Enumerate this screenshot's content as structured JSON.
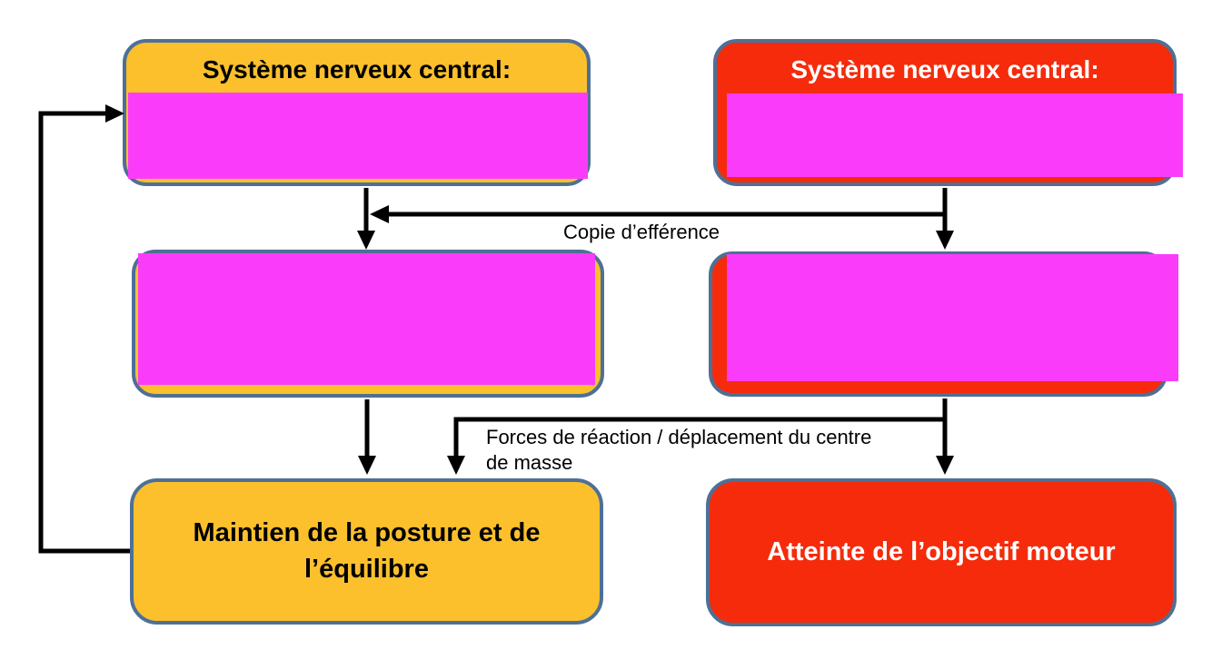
{
  "diagram": {
    "background_color": "#ffffff",
    "colors": {
      "yellow_box": "#fbc02c",
      "red_box": "#f52b0b",
      "redaction_magenta": "#fa3cfa",
      "box_border_blue": "#4e7096",
      "arrow_black": "#000000",
      "title_black": "#000000",
      "title_white": "#ffffff"
    },
    "boxes": {
      "snc_left": {
        "title": "Système nerveux central:",
        "fill": "#fbc02c",
        "text_color": "#000000",
        "has_redaction_overlay": true
      },
      "snc_right": {
        "title": "Système nerveux central:",
        "fill": "#f52b0b",
        "text_color": "#ffffff",
        "has_redaction_overlay": true
      },
      "mid_left": {
        "title": "",
        "fill": "#fbc02c",
        "has_redaction_overlay": true
      },
      "mid_right": {
        "title": "",
        "fill": "#f52b0b",
        "has_redaction_overlay": true
      },
      "posture": {
        "title": "Maintien de la posture et de l’équilibre",
        "fill": "#fbc02c",
        "text_color": "#000000",
        "has_redaction_overlay": false
      },
      "objectif": {
        "title": "Atteinte de l’objectif moteur",
        "fill": "#f52b0b",
        "text_color": "#ffffff",
        "has_redaction_overlay": false
      }
    },
    "arrow_labels": {
      "copie": "Copie d’efférence",
      "forces": "Forces de réaction / déplacement du centre de masse"
    },
    "arrows": {
      "feedback_loop": "posture -> snc_left (left side loop)",
      "snc_left_down": "snc_left -> mid_left",
      "efference_copy": "snc_right vertical -> horizontal left into snc_left down-arrow",
      "snc_right_down": "snc_right -> mid_right",
      "mid_left_down": "mid_left -> posture",
      "mid_right_down": "mid_right -> objectif",
      "reaction_branch": "mid_right vertical -> branch left down into posture"
    }
  }
}
